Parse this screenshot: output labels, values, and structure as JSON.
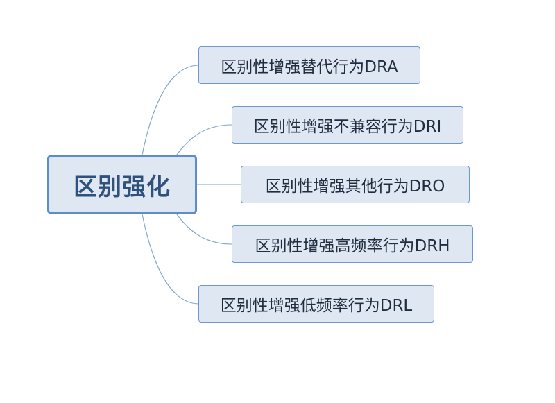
{
  "root": {
    "label": "区别强化"
  },
  "branches": [
    {
      "label": "区别性增强替代行为DRA"
    },
    {
      "label": "区别性增强不兼容行为DRI"
    },
    {
      "label": "区别性增强其他行为DRO"
    },
    {
      "label": "区别性增强高频率行为DRH"
    },
    {
      "label": "区别性增强低频率行为DRL"
    }
  ],
  "colors": {
    "node_fill": "#dfe7f3",
    "root_border": "#5b8ccb",
    "node_border": "#6d98cc",
    "connector": "#7fa3c9",
    "root_text": "#2f527c"
  }
}
